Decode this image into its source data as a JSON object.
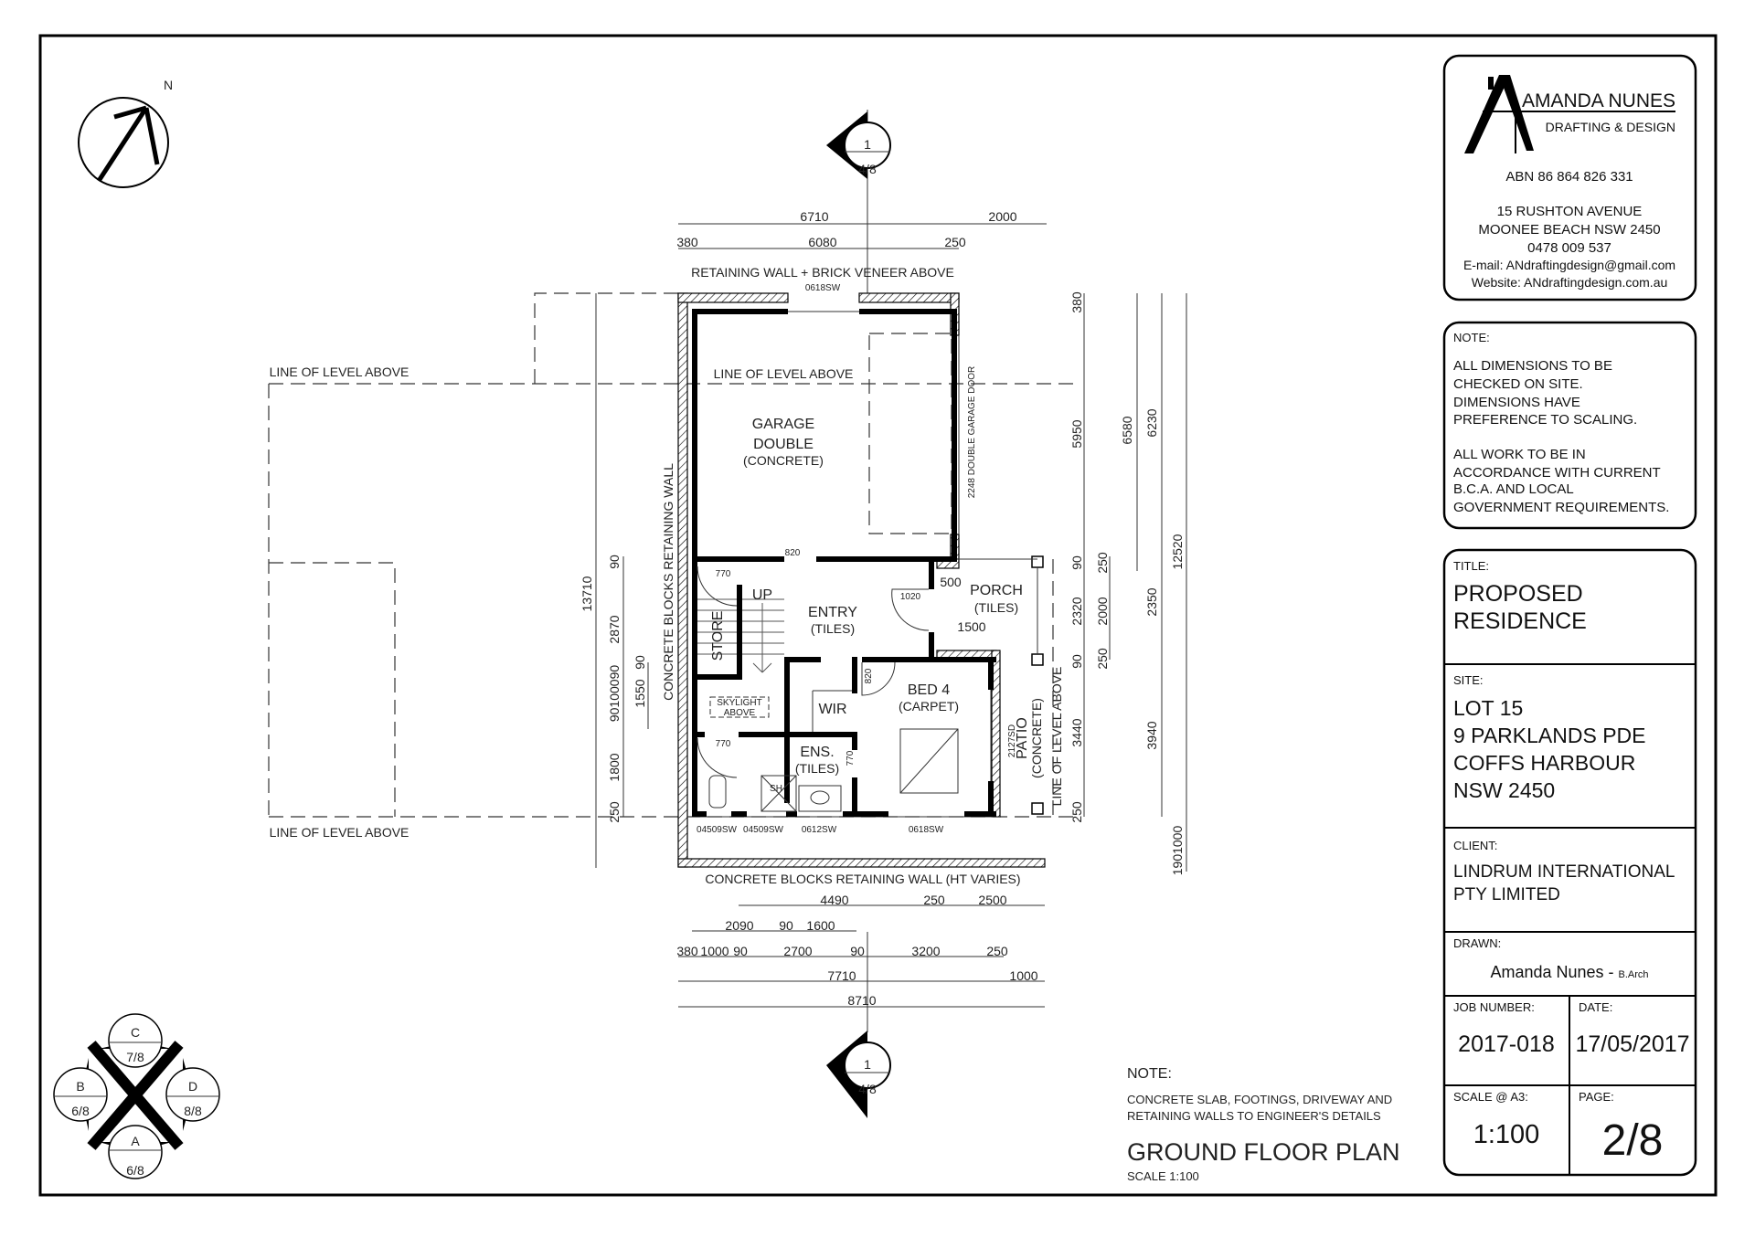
{
  "title_block": {
    "company": {
      "name": "AMANDA NUNES",
      "tagline": "DRAFTING & DESIGN",
      "abn": "ABN 86 864 826 331",
      "address": [
        "15 RUSHTON AVENUE",
        "MOONEE BEACH NSW 2450",
        "0478 009 537",
        "E-mail: ANdraftingdesign@gmail.com",
        "Website: ANdraftingdesign.com.au"
      ]
    },
    "note": {
      "label": "NOTE:",
      "lines": [
        "ALL DIMENSIONS TO BE",
        "CHECKED ON SITE.",
        "DIMENSIONS HAVE",
        "PREFERENCE TO SCALING.",
        "ALL WORK TO BE IN",
        "ACCORDANCE WITH CURRENT",
        "B.C.A. AND LOCAL",
        "GOVERNMENT REQUIREMENTS."
      ]
    },
    "title": {
      "label": "TITLE:",
      "lines": [
        "PROPOSED",
        "RESIDENCE"
      ]
    },
    "site": {
      "label": "SITE:",
      "lines": [
        "LOT 15",
        "9 PARKLANDS PDE",
        "COFFS HARBOUR",
        "NSW 2450"
      ]
    },
    "client": {
      "label": "CLIENT:",
      "lines": [
        "LINDRUM INTERNATIONAL",
        "PTY LIMITED"
      ]
    },
    "drawn": {
      "label": "DRAWN:",
      "name": "Amanda Nunes - ",
      "qualification": "B.Arch"
    },
    "job_number": {
      "label": "JOB NUMBER:",
      "value": "2017-018"
    },
    "date": {
      "label": "DATE:",
      "value": "17/05/2017"
    },
    "scale": {
      "label": "SCALE @ A3:",
      "value": "1:100"
    },
    "page": {
      "label": "PAGE:",
      "value": "2/8"
    }
  },
  "north": {
    "label": "N"
  },
  "section_markers": {
    "top": {
      "number": "1",
      "sheet": "4/8"
    },
    "bottom": {
      "number": "1",
      "sheet": "4/8"
    }
  },
  "elevation_key": [
    {
      "letter": "C",
      "sheet": "7/8"
    },
    {
      "letter": "B",
      "sheet": "6/8"
    },
    {
      "letter": "D",
      "sheet": "8/8"
    },
    {
      "letter": "A",
      "sheet": "6/8"
    }
  ],
  "plan": {
    "labels": {
      "retaining_top": "RETAINING WALL + BRICK VENEER ABOVE",
      "retaining_left": "CONCRETE BLOCKS RETAINING WALL",
      "retaining_bottom": "CONCRETE BLOCKS RETAINING WALL (HT VARIES)",
      "level_above": "LINE OF LEVEL ABOVE",
      "garage_door": "2248 DOUBLE GARAGE DOOR",
      "skylight": [
        "SKYLIGHT",
        "ABOVE"
      ],
      "shower": "SH",
      "up": "UP"
    },
    "rooms": {
      "garage": [
        "GARAGE",
        "DOUBLE",
        "(CONCRETE)"
      ],
      "entry": [
        "ENTRY",
        "(TILES)"
      ],
      "store": "STORE",
      "porch": [
        "PORCH",
        "(TILES)"
      ],
      "bed4": [
        "BED 4",
        "(CARPET)"
      ],
      "wir": "WIR",
      "ens": [
        "ENS.",
        "(TILES)"
      ],
      "patio": [
        "PATIO",
        "(CONCRETE)"
      ]
    },
    "openings": {
      "garage_window": "0618SW",
      "garage_entry_door": "820",
      "stair_door": "770",
      "front_door": "1020",
      "bed_door": "820",
      "ens_door": "770",
      "ens_door_2": "770",
      "patio_door": "2127SD",
      "porch_depth": "500",
      "porch_width": "1500",
      "bottom_windows": [
        "04509SW",
        "04509SW",
        "0612SW",
        "0618SW"
      ]
    },
    "dims_top": [
      "6710",
      "2000",
      "380",
      "6080",
      "250"
    ],
    "dims_bottom": [
      "4490",
      "250",
      "2500",
      "2090",
      "90",
      "1600",
      "380",
      "1000",
      "90",
      "2700",
      "90",
      "3200",
      "250",
      "7710",
      "1000",
      "8710"
    ],
    "dims_left": [
      "13710",
      "90",
      "2870",
      "90100090",
      "1800",
      "250",
      "1550",
      "90"
    ],
    "dims_right": [
      "380",
      "5950",
      "90",
      "2320",
      "90",
      "3440",
      "250",
      "250",
      "2000",
      "250",
      "6580",
      "6230",
      "2350",
      "3940",
      "12520",
      "1901000"
    ]
  },
  "bottom_note": {
    "label": "NOTE:",
    "lines": [
      "CONCRETE SLAB, FOOTINGS, DRIVEWAY AND",
      "RETAINING WALLS TO ENGINEER'S DETAILS"
    ],
    "plan_title": "GROUND FLOOR PLAN",
    "plan_scale": "SCALE 1:100"
  }
}
